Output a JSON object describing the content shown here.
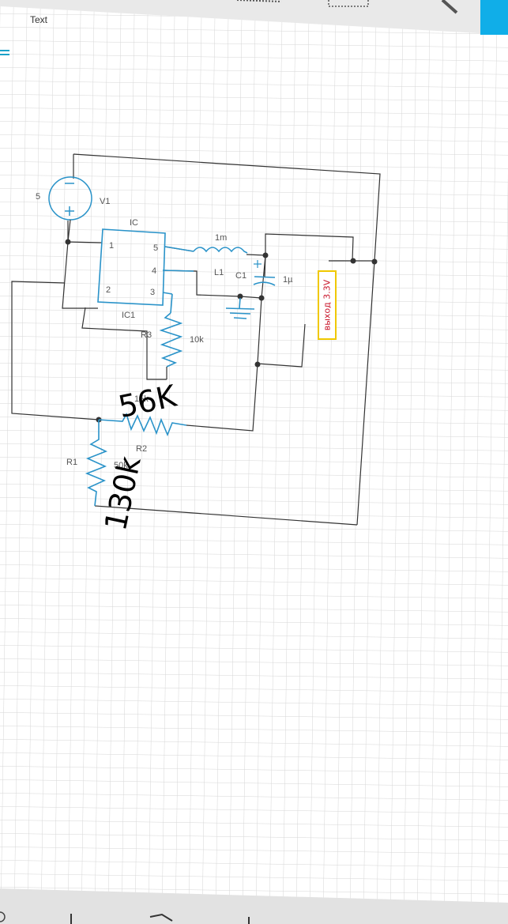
{
  "toolbar": {
    "text_tool_label": "Text"
  },
  "schematic": {
    "v1": {
      "name": "V1",
      "value": "5"
    },
    "ic": {
      "name": "IC",
      "ref": "IC1",
      "pins": [
        "1",
        "5",
        "4",
        "2",
        "3"
      ]
    },
    "inductor": {
      "name": "L1",
      "value": "1m"
    },
    "capacitor": {
      "name": "C1",
      "value": "1µ"
    },
    "r3": {
      "name": "R3",
      "value": "10k"
    },
    "r2": {
      "name": "R2",
      "value": "15k"
    },
    "r1": {
      "name": "R1",
      "value": "50k"
    },
    "output_label": "выход 3.3V"
  },
  "annotations": {
    "r2_note": "56K",
    "r1_note": "130k"
  },
  "colors": {
    "component": "#2a93c9",
    "wire": "#333333",
    "grid": "#d6d6d6",
    "accent": "#10aee8",
    "label_border": "#f0c800",
    "label_text": "#c8142a"
  }
}
